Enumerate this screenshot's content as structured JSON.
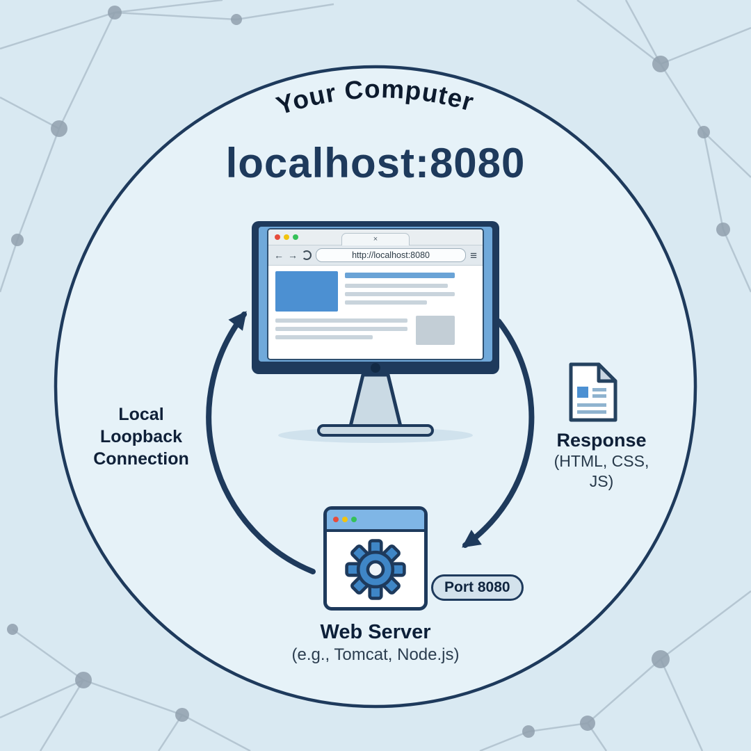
{
  "colors": {
    "background": "#d9e9f2",
    "circle_fill": "#e6f2f8",
    "navy": "#1e3a5c",
    "accent_blue": "#4a90d2",
    "header_blue": "#7fb6e6"
  },
  "outer": {
    "computer_label": "Your Computer",
    "host_title": "localhost:8080"
  },
  "browser": {
    "url": "http://localhost:8080",
    "tab_close": "×",
    "back_icon": "←",
    "forward_icon": "→",
    "menu_icon": "≡"
  },
  "loopback_label": {
    "line1": "Local",
    "line2": "Loopback",
    "line3": "Connection"
  },
  "response_label": {
    "title": "Response",
    "line2": "(HTML, CSS,",
    "line3": "JS)"
  },
  "server": {
    "port_badge": "Port 8080",
    "name": "Web Server",
    "examples": "(e.g., Tomcat, Node.js)"
  }
}
